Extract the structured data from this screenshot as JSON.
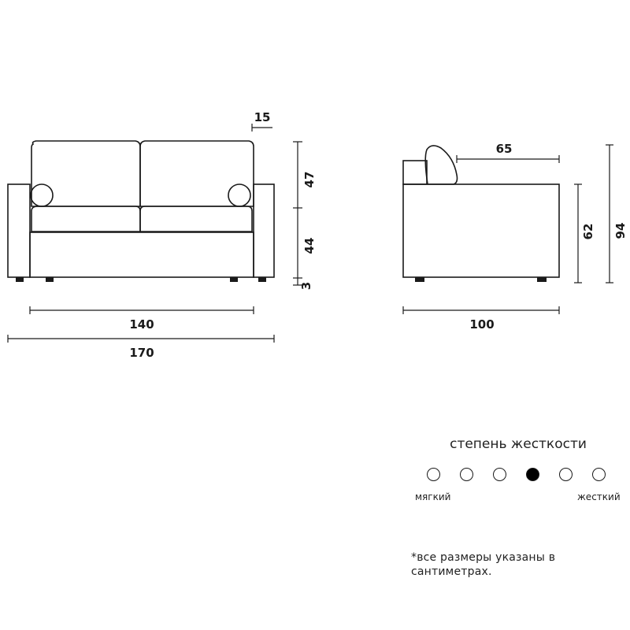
{
  "front_view": {
    "dims": {
      "pillow_offset": "15",
      "back_height": "47",
      "seat_height": "44",
      "leg_height": "3",
      "inner_width": "140",
      "overall_width": "170"
    }
  },
  "side_view": {
    "dims": {
      "seat_depth": "65",
      "arm_height": "62",
      "total_height": "94",
      "depth": "100"
    }
  },
  "firmness": {
    "title": "степень жесткости",
    "levels": 6,
    "selected": 4,
    "min_label": "мягкий",
    "max_label": "жесткий"
  },
  "note": "*все размеры указаны в сантиметрах."
}
